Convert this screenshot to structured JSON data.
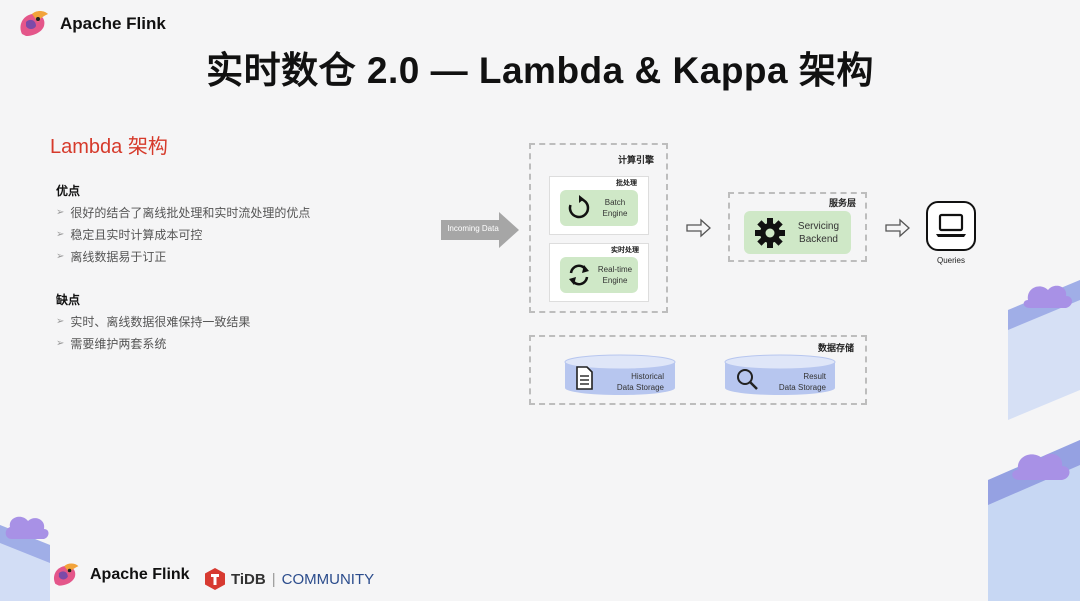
{
  "header": {
    "brand": "Apache Flink"
  },
  "page_title": "实时数仓 2.0 — Lambda & Kappa 架构",
  "section": {
    "title": "Lambda  架构"
  },
  "pros": {
    "heading": "优点",
    "items": [
      "很好的结合了离线批处理和实时流处理的优点",
      "稳定且实时计算成本可控",
      "离线数据易于订正"
    ]
  },
  "cons": {
    "heading": "缺点",
    "items": [
      "实时、离线数据很难保持一致结果",
      "需要维护两套系统"
    ]
  },
  "diagram": {
    "incoming": "Incoming Data",
    "compute_label": "计算引擎",
    "batch_label": "批处理",
    "batch_engine": [
      "Batch",
      "Engine"
    ],
    "realtime_label": "实时处理",
    "realtime_engine": [
      "Real-time",
      "Engine"
    ],
    "service_label": "服务层",
    "servicing": [
      "Servicing",
      "Backend"
    ],
    "queries": "Queries",
    "storage_label": "数据存储",
    "historical": [
      "Historical",
      "Data Storage"
    ],
    "result": [
      "Result",
      "Data Storage"
    ]
  },
  "footer": {
    "brand": "Apache Flink",
    "tidb": "TiDB",
    "community": "COMMUNITY"
  },
  "colors": {
    "accent_red": "#d63a2b",
    "green_box": "#cfe8c7",
    "cylinder": "#b7c6ef",
    "tidb_red": "#d73a31",
    "iso_blue": "#b9cff2",
    "iso_purple": "#9c8fe0"
  }
}
